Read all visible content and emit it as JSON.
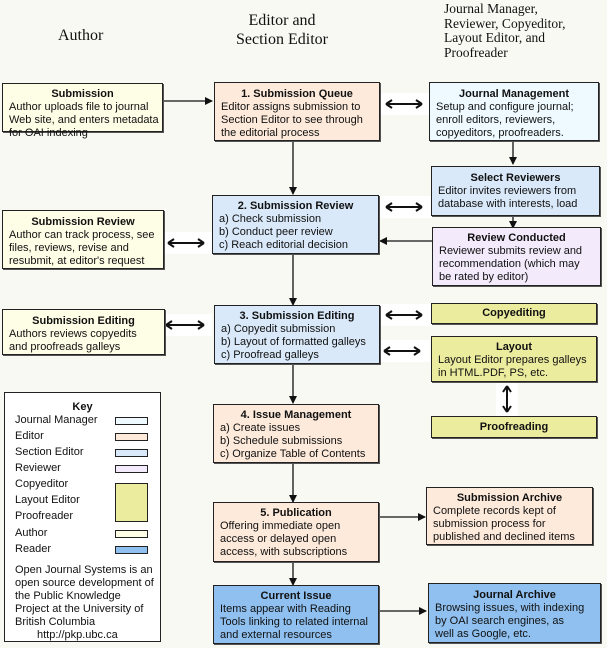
{
  "column_headers": {
    "author": "Author",
    "editor": [
      "Editor and",
      "Section Editor"
    ],
    "others": [
      "Journal Manager,",
      "Reviewer, Copyeditor,",
      "Layout Editor, and",
      "Proofreader"
    ]
  },
  "boxes": {
    "submission": {
      "title": "Submission",
      "lines": [
        "Author uploads file to journal",
        "Web site, and enters metadata",
        "for OAI indexing"
      ],
      "role": "Author"
    },
    "submission_queue": {
      "title": "1. Submission Queue",
      "lines": [
        "Editor assigns submission to",
        "Section Editor to see through",
        "the editorial process"
      ],
      "role": "Editor"
    },
    "journal_management": {
      "title": "Journal Management",
      "lines": [
        "Setup and configure journal;",
        "enroll editors, reviewers,",
        "copyeditors, proofreaders."
      ],
      "role": "Journal Manager"
    },
    "select_reviewers": {
      "title": "Select Reviewers",
      "lines": [
        "Editor invites reviewers from",
        "database with interests, load"
      ],
      "role": "Section Editor"
    },
    "submission_review": {
      "title": "2. Submission Review",
      "lines": [
        "a) Check submission",
        "b) Conduct peer review",
        "c) Reach editorial decision"
      ],
      "role": "Section Editor"
    },
    "author_submission_review": {
      "title": "Submission Review",
      "lines": [
        "Author can track process, see",
        "files, reviews, revise and",
        "resubmit, at editor's request"
      ],
      "role": "Author"
    },
    "review_conducted": {
      "title": "Review Conducted",
      "lines": [
        "Reviewer submits review and",
        "recommendation (which may",
        "be rated by editor)"
      ],
      "role": "Reviewer"
    },
    "author_submission_editing": {
      "title": "Submission Editing",
      "lines": [
        "Authors reviews copyedits",
        "and proofreads galleys"
      ],
      "role": "Author"
    },
    "submission_editing": {
      "title": "3. Submission Editing",
      "lines": [
        "a) Copyedit submission",
        "b) Layout of formatted galleys",
        "c) Proofread galleys"
      ],
      "role": "Section Editor"
    },
    "copyediting": {
      "title": "Copyediting",
      "lines": [],
      "role": "Copyeditor"
    },
    "layout": {
      "title": "Layout",
      "lines": [
        "Layout Editor prepares galleys",
        "in HTML.PDF, PS, etc."
      ],
      "role": "Layout Editor"
    },
    "proofreading": {
      "title": "Proofreading",
      "lines": [],
      "role": "Proofreader"
    },
    "issue_management": {
      "title": "4. Issue Management",
      "lines": [
        "a) Create issues",
        "b) Schedule submissions",
        "c) Organize Table of Contents"
      ],
      "role": "Editor"
    },
    "publication": {
      "title": "5. Publication",
      "lines": [
        "Offering immediate open",
        "access or delayed open",
        "access, with subscriptions"
      ],
      "role": "Editor"
    },
    "submission_archive": {
      "title": "Submission Archive",
      "lines": [
        "Complete records kept of",
        "submission process for",
        "published and declined items"
      ],
      "role": "Editor"
    },
    "current_issue": {
      "title": "Current Issue",
      "lines": [
        "Items appear with Reading",
        "Tools linking to related internal",
        "and external resources"
      ],
      "role": "Reader"
    },
    "journal_archive": {
      "title": "Journal Archive",
      "lines": [
        "Browsing issues, with indexing",
        "by OAI search engines, as",
        "well as Google, etc."
      ],
      "role": "Reader"
    }
  },
  "key": {
    "title": "Key",
    "items": [
      {
        "label": "Journal Manager",
        "color": "#eefaff"
      },
      {
        "label": "Editor",
        "color": "#fdeadb"
      },
      {
        "label": "Section Editor",
        "color": "#d9e9f9"
      },
      {
        "label": "Reviewer",
        "color": "#f3eafb"
      },
      {
        "label": "Copyeditor",
        "color": "#ecec9f"
      },
      {
        "label": "Layout Editor",
        "color": "#ecec9f"
      },
      {
        "label": "Proofreader",
        "color": "#ecec9f"
      },
      {
        "label": "Author",
        "color": "#fefde6"
      },
      {
        "label": "Reader",
        "color": "#8fc0ef"
      }
    ],
    "note": [
      "Open Journal Systems is an",
      "open source development of",
      "the Public Knowledge",
      "Project at the University of",
      "British Columbia"
    ],
    "url": "http://pkp.ubc.ca"
  }
}
